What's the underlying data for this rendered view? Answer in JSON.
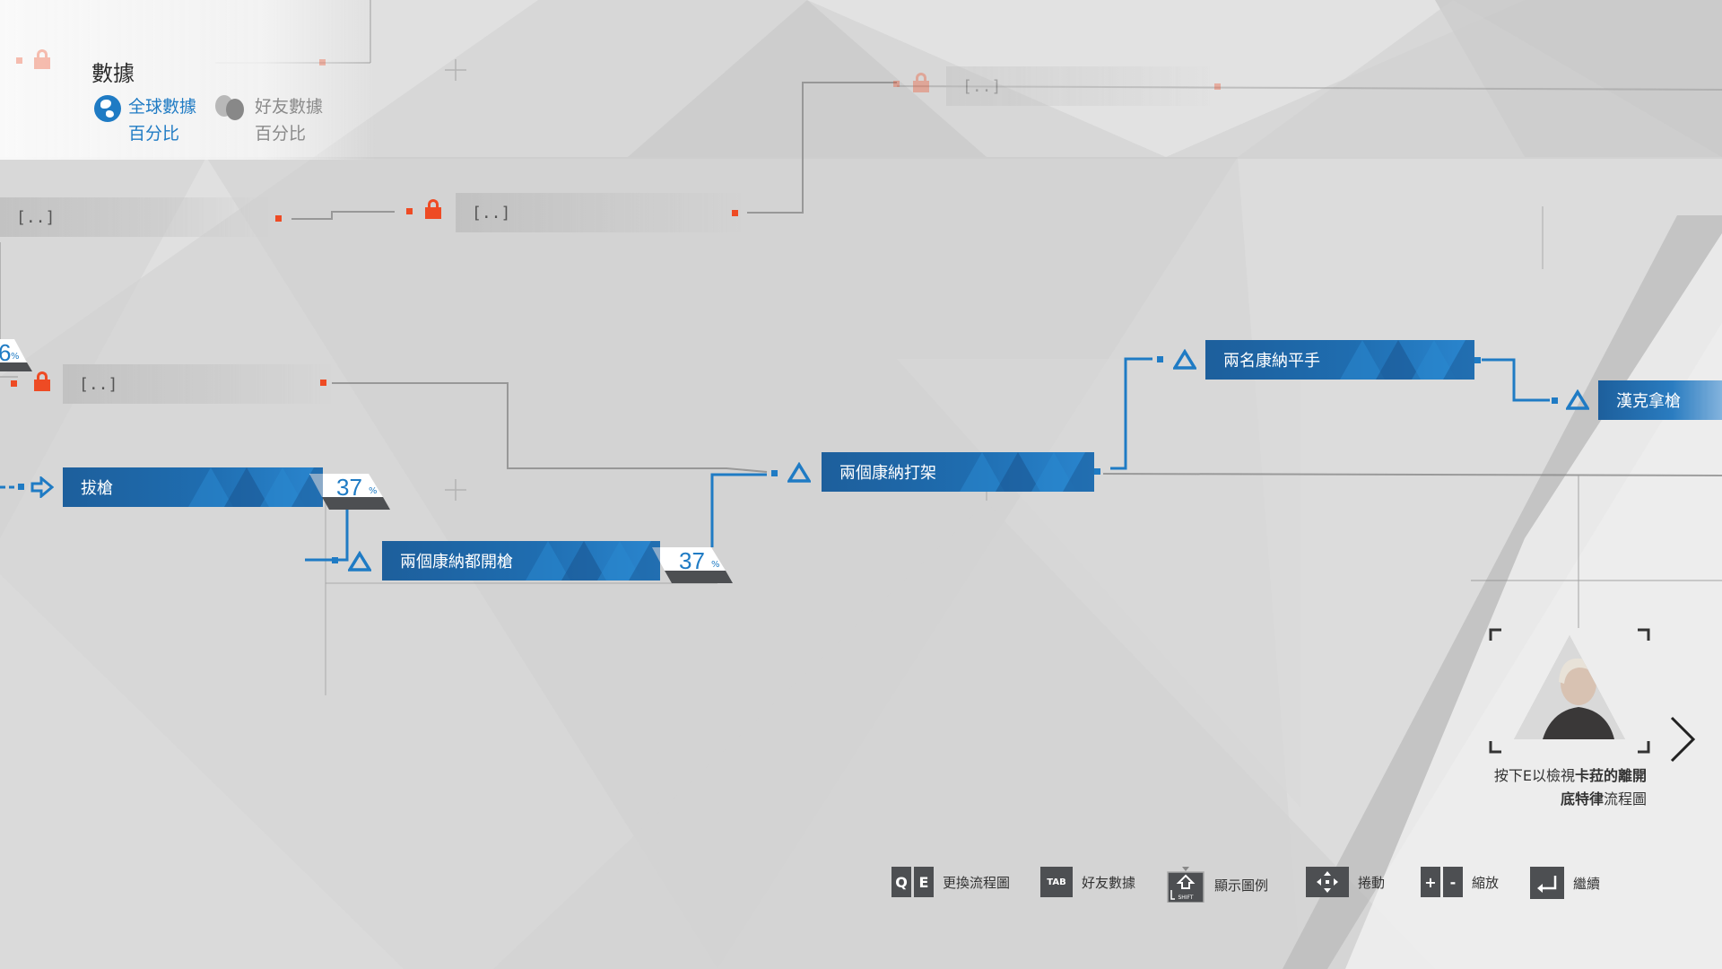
{
  "header": {
    "title": "數據",
    "modes": [
      {
        "label": "全球數據",
        "sub": "百分比",
        "icon": "globe-icon",
        "active": true
      },
      {
        "label": "好友數據",
        "sub": "百分比",
        "icon": "friends-icon",
        "active": false
      }
    ]
  },
  "nodes": {
    "draw_gun": {
      "label": "拔槍",
      "percent": "37",
      "unit": "%"
    },
    "both_shoot": {
      "label": "兩個康納都開槍",
      "percent": "37",
      "unit": "%"
    },
    "fight": {
      "label": "兩個康納打架"
    },
    "tie": {
      "label": "兩名康納平手"
    },
    "hank": {
      "label": "漢克拿槍"
    },
    "partial_left_percent": "6",
    "partial_left_unit": "%"
  },
  "locked": [
    {
      "label": "[..]"
    },
    {
      "label": "[..]"
    },
    {
      "label": "[..]"
    },
    {
      "label": "[..]"
    }
  ],
  "prompt": {
    "line1_pre": "按下E以檢視",
    "line1_bold": "卡菈的離開",
    "line2_bold": "底特律",
    "line2_post": "流程圖"
  },
  "controls": [
    {
      "keys": [
        "Q",
        "E"
      ],
      "label": "更換流程圖"
    },
    {
      "keys": [
        "TAB"
      ],
      "label": "好友數據"
    },
    {
      "keys": [
        "SHIFT"
      ],
      "label": "顯示圖例"
    },
    {
      "keys": [
        "move-icon"
      ],
      "label": "捲動"
    },
    {
      "keys": [
        "+",
        "-"
      ],
      "label": "縮放"
    },
    {
      "keys": [
        "enter-icon"
      ],
      "label": "繼續"
    }
  ],
  "colors": {
    "accent_blue": "#1f7bc4",
    "node_blue": "#1d5f9c",
    "lock_red": "#ee4b24",
    "background": "#d6d6d6"
  }
}
